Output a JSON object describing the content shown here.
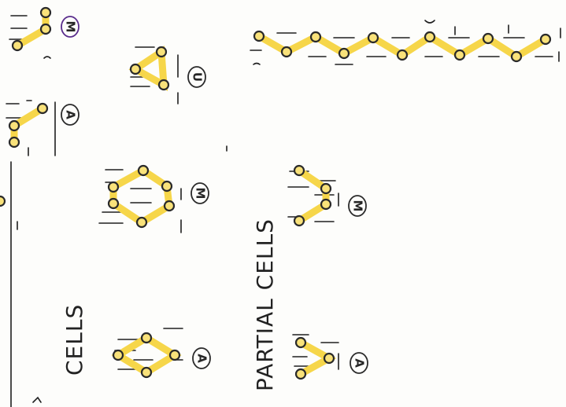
{
  "labels": {
    "cells": "CELLS",
    "partial_cells": "PARTIAL CELLS"
  },
  "badges": {
    "m": "M",
    "a": "A",
    "u": "U"
  },
  "colors": {
    "bond": "#f6d64a",
    "atom_fill": "#f9e27a",
    "ink": "#1f1f1f",
    "badge_ink": "#5a2d8c"
  }
}
